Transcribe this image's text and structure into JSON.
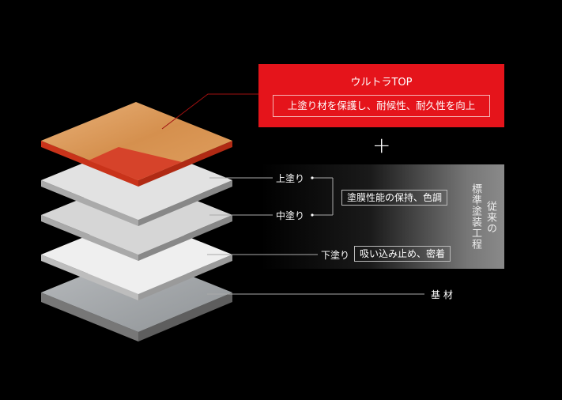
{
  "product": {
    "title": "ウルトラTOP",
    "description": "上塗り材を保護し、耐候性、耐久性を向上",
    "color": "#e5141b"
  },
  "plus": "+",
  "layers": [
    {
      "label": "上塗り"
    },
    {
      "label": "中塗り"
    },
    {
      "label": "下塗り",
      "note": "吸い込み止め、密着"
    },
    {
      "label": "基 材"
    }
  ],
  "group_note": "塗膜性能の保持、色調",
  "panel": {
    "heading_1": "従来の",
    "heading_2": "標準塗装工程"
  }
}
